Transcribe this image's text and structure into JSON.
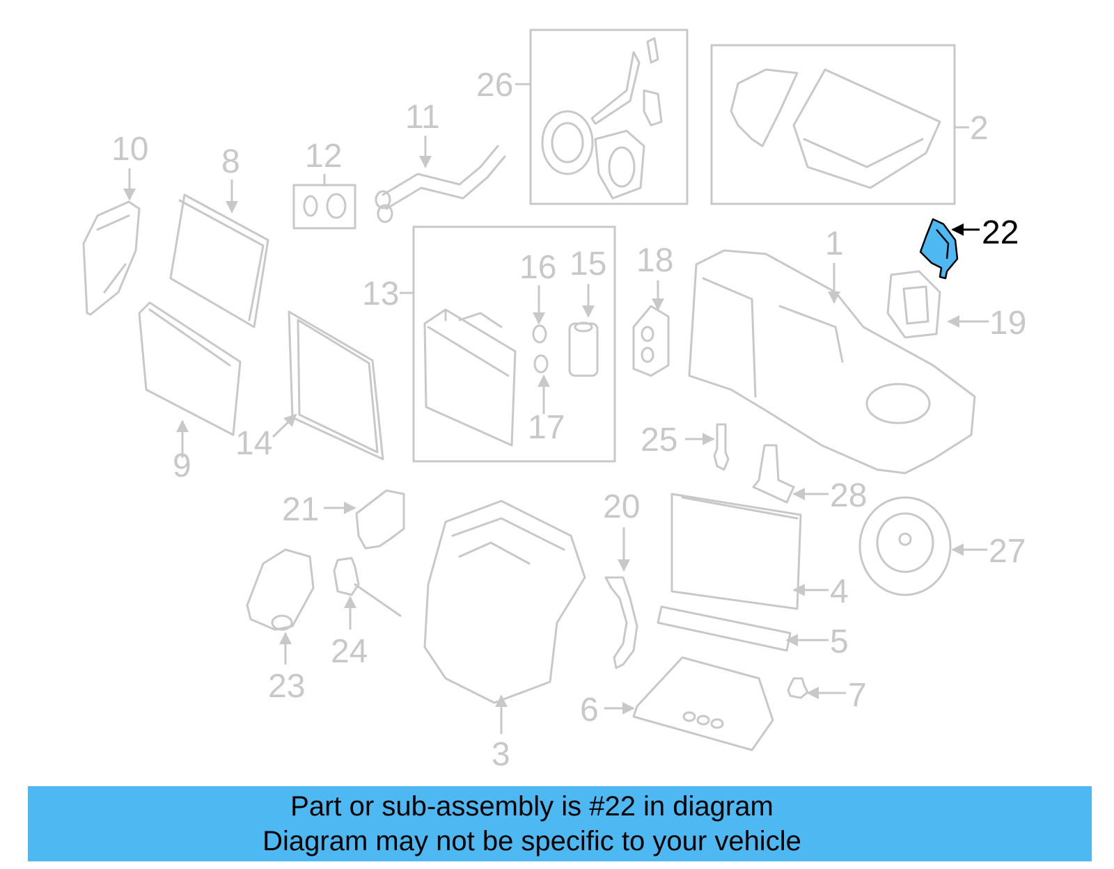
{
  "banner": {
    "line1": "Part or sub-assembly is #22 in diagram",
    "line2": "Diagram may not be specific to your vehicle",
    "background_color": "#4db8f2"
  },
  "highlight": {
    "part_number": "22",
    "fill_color": "#4db8f2"
  },
  "callouts": {
    "c1": "1",
    "c2": "2",
    "c3": "3",
    "c4": "4",
    "c5": "5",
    "c6": "6",
    "c7": "7",
    "c8": "8",
    "c9": "9",
    "c10": "10",
    "c11": "11",
    "c12": "12",
    "c13": "13",
    "c14": "14",
    "c15": "15",
    "c16": "16",
    "c17": "17",
    "c18": "18",
    "c19": "19",
    "c20": "20",
    "c21": "21",
    "c22": "22",
    "c23": "23",
    "c24": "24",
    "c25": "25",
    "c26": "26",
    "c27": "27",
    "c28": "28"
  }
}
